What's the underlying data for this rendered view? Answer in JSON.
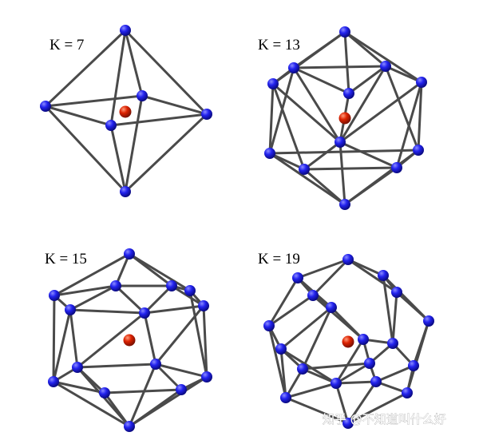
{
  "panels": [
    {
      "id": "k7",
      "label": "K = 7"
    },
    {
      "id": "k13",
      "label": "K = 13"
    },
    {
      "id": "k15",
      "label": "K = 15"
    },
    {
      "id": "k19",
      "label": "K = 19"
    }
  ],
  "watermark": "知乎 @不知道叫什么好",
  "colors": {
    "atom": "#1a1ae6",
    "center_atom": "#cc2200",
    "bond": "#4a4a4a",
    "background": "#ffffff"
  }
}
